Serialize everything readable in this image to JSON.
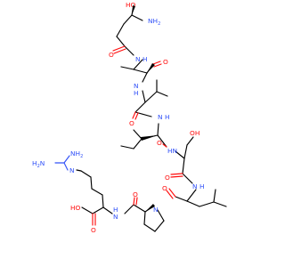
{
  "colors": {
    "oxygen": "#ff0d0d",
    "nitrogen": "#3050f8",
    "carbon": "#000000",
    "background": "#ffffff"
  },
  "labels": {
    "ho_top": "HO",
    "nh2_top": "NH",
    "nh2_top_sub": "2",
    "o_thr": "O",
    "nh_ala": "N",
    "h_ala": "H",
    "o_ala": "O",
    "nh_val1": "N",
    "h_val1": "H",
    "o_val1": "O",
    "nh_val2": "N",
    "h_val2": "H",
    "oh_ser": "OH",
    "hn_ser": "HN",
    "o_val2": "O",
    "nh_ser2": "N",
    "h_ser2": "H",
    "o_ser": "O",
    "o_leu": "O",
    "n_pro": "N",
    "o_pro": "O",
    "h_arg_nh": "H",
    "n_arg_nh": "N",
    "nh_guan": "NH",
    "nh_guan_sub": "2",
    "h2n_guan": "H",
    "h2n_guan_sub": "2",
    "h2n_guan_n": "N",
    "hn_guan": "HN",
    "n_arg_side": "N",
    "ho_acid": "HO",
    "o_acid": "O"
  }
}
